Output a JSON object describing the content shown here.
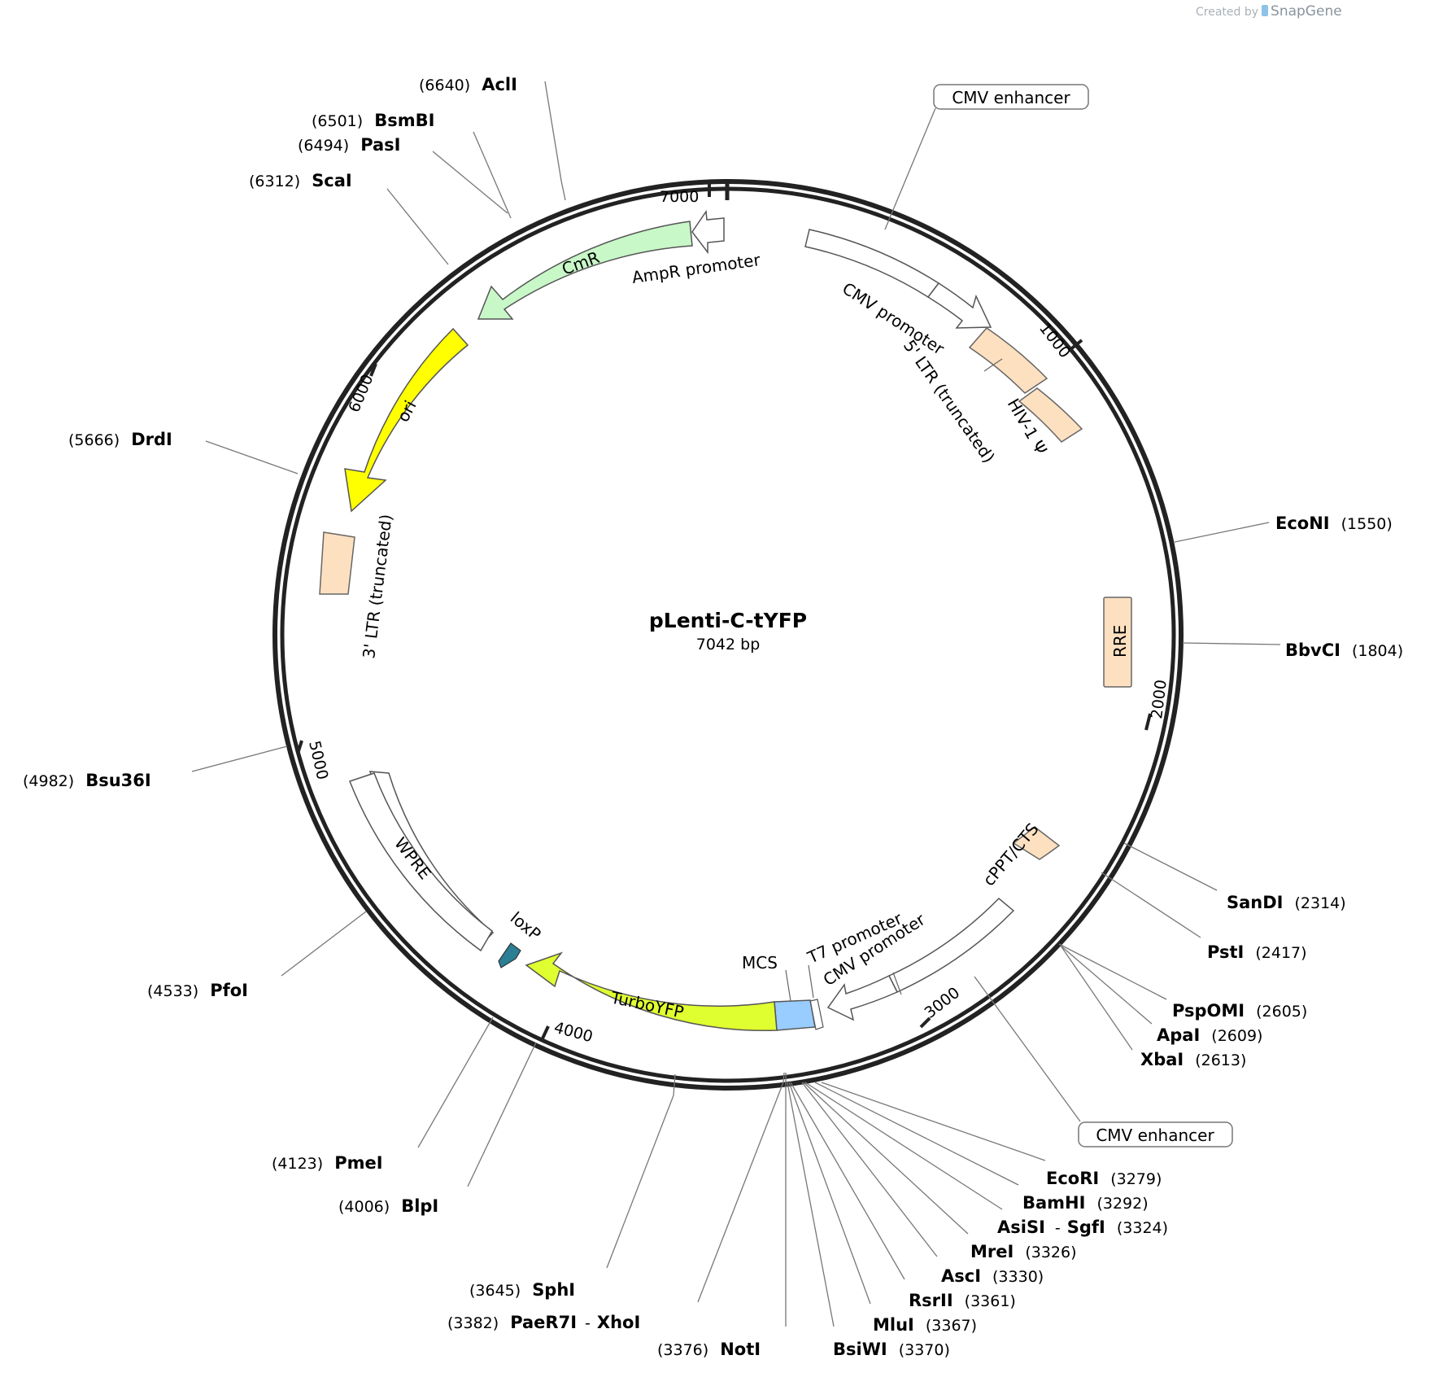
{
  "credit": {
    "prefix": "Created by",
    "brand": "SnapGene"
  },
  "plasmid": {
    "name": "pLenti-C-tYFP",
    "length_label": "7042 bp"
  },
  "ticks": [
    "1000",
    "2000",
    "3000",
    "4000",
    "5000",
    "6000",
    "7000"
  ],
  "features": {
    "cmv_enhancer_1": "CMV enhancer",
    "cmv_promoter_1": "CMV promoter",
    "ltr5": "5' LTR (truncated)",
    "hiv_psi": "HIV-1 Ψ",
    "rre": "RRE",
    "cppt": "cPPT/CTS",
    "cmv_enhancer_2": "CMV enhancer",
    "cmv_promoter_2": "CMV promoter",
    "t7_promoter": "T7 promoter",
    "mcs": "MCS",
    "turboyfp": "TurboYFP",
    "loxp": "loxP",
    "wpre": "WPRE",
    "ltr3": "3' LTR (truncated)",
    "ori": "ori",
    "cmr": "CmR",
    "ampr_promoter": "AmpR promoter"
  },
  "sites": {
    "acli": {
      "name": "AclI",
      "pos": "(6640)"
    },
    "bsmbi": {
      "name": "BsmBI",
      "pos": "(6501)"
    },
    "pasi": {
      "name": "PasI",
      "pos": "(6494)"
    },
    "scai": {
      "name": "ScaI",
      "pos": "(6312)"
    },
    "drdi": {
      "name": "DrdI",
      "pos": "(5666)"
    },
    "bsu36i": {
      "name": "Bsu36I",
      "pos": "(4982)"
    },
    "pfoi": {
      "name": "PfoI",
      "pos": "(4533)"
    },
    "pmei": {
      "name": "PmeI",
      "pos": "(4123)"
    },
    "blpi": {
      "name": "BlpI",
      "pos": "(4006)"
    },
    "sphi": {
      "name": "SphI",
      "pos": "(3645)"
    },
    "paer7i_xhoi": {
      "name1": "PaeR7I",
      "sep": "-",
      "name2": "XhoI",
      "pos": "(3382)"
    },
    "noti": {
      "name": "NotI",
      "pos": "(3376)"
    },
    "bsiwi": {
      "name": "BsiWI",
      "pos": "(3370)"
    },
    "mlui": {
      "name": "MluI",
      "pos": "(3367)"
    },
    "rsrii": {
      "name": "RsrII",
      "pos": "(3361)"
    },
    "asci": {
      "name": "AscI",
      "pos": "(3330)"
    },
    "mrei": {
      "name": "MreI",
      "pos": "(3326)"
    },
    "asisi_sgfi": {
      "name1": "AsiSI",
      "sep": "-",
      "name2": "SgfI",
      "pos": "(3324)"
    },
    "bamhi": {
      "name": "BamHI",
      "pos": "(3292)"
    },
    "ecori": {
      "name": "EcoRI",
      "pos": "(3279)"
    },
    "xbai": {
      "name": "XbaI",
      "pos": "(2613)"
    },
    "apai": {
      "name": "ApaI",
      "pos": "(2609)"
    },
    "pspomi": {
      "name": "PspOMI",
      "pos": "(2605)"
    },
    "psti": {
      "name": "PstI",
      "pos": "(2417)"
    },
    "sandi": {
      "name": "SanDI",
      "pos": "(2314)"
    },
    "bbvci": {
      "name": "BbvCI",
      "pos": "(1804)"
    },
    "econi": {
      "name": "EcoNI",
      "pos": "(1550)"
    }
  },
  "colors": {
    "backbone": "#222222",
    "ltr": "#fde0c0",
    "cmr": "#c8f7c8",
    "ori": "#ffff00",
    "turboyfp": "#e0ff30",
    "mcs": "#99ccff",
    "loxp": "#2a7f94",
    "outline_arrow": "#ffffff"
  }
}
